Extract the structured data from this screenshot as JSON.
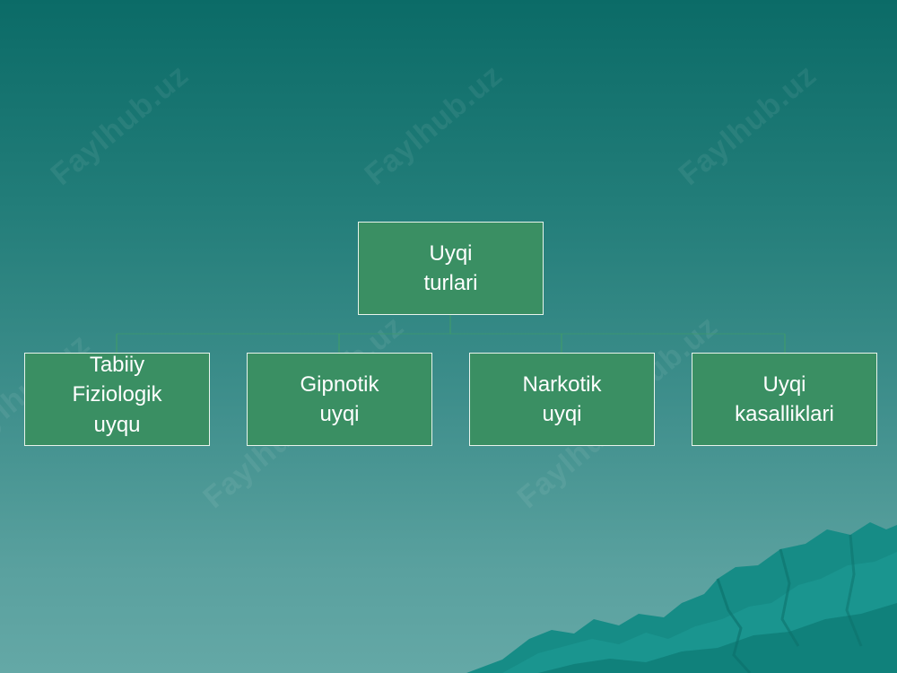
{
  "diagram": {
    "root": {
      "label": "Uyqi\nturlari"
    },
    "children": [
      {
        "label": "Tabiiy\nFiziologik\nuyqu"
      },
      {
        "label": "Gipnotik\nuyqi"
      },
      {
        "label": "Narkotik\nuyqi"
      },
      {
        "label": "Uyqi\nkasalliklari"
      }
    ]
  },
  "watermark": {
    "text": "Faylhub.uz"
  },
  "colors": {
    "box_fill": "#3a8f63",
    "box_border": "#e8f4ec",
    "background_top": "#0b6b67",
    "background_bottom": "#64a8a6",
    "mountains": "#168c86"
  }
}
